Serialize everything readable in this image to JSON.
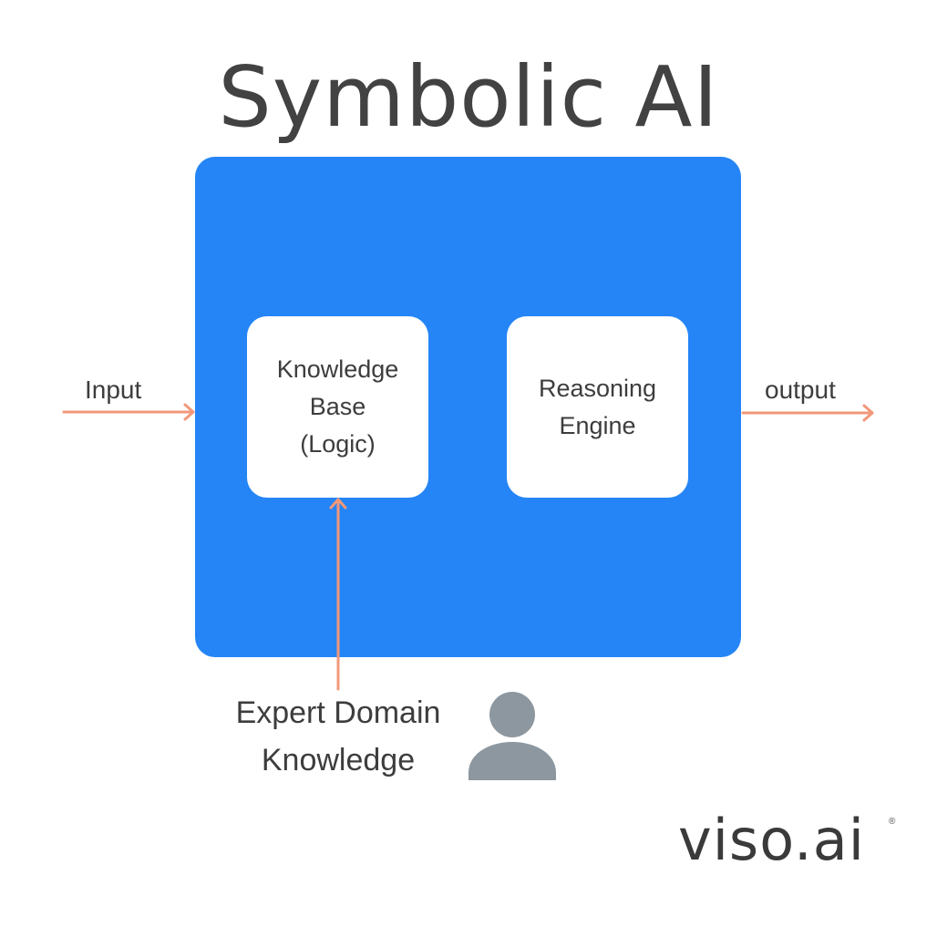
{
  "title": "Symbolic AI",
  "diagram": {
    "input_label": "Input",
    "output_label": "output",
    "knowledge_base": "Knowledge\nBase\n(Logic)",
    "reasoning_engine": "Reasoning\nEngine",
    "expert_label": "Expert Domain\nKnowledge"
  },
  "icons": {
    "person": "person-icon",
    "arrows": "arrow-icon"
  },
  "logo": {
    "text": "viso.ai",
    "registered": "®"
  },
  "colors": {
    "system_box": "#2585f6",
    "arrows": "#f2987a",
    "person": "#8c979f",
    "text": "#3d3d3d"
  }
}
